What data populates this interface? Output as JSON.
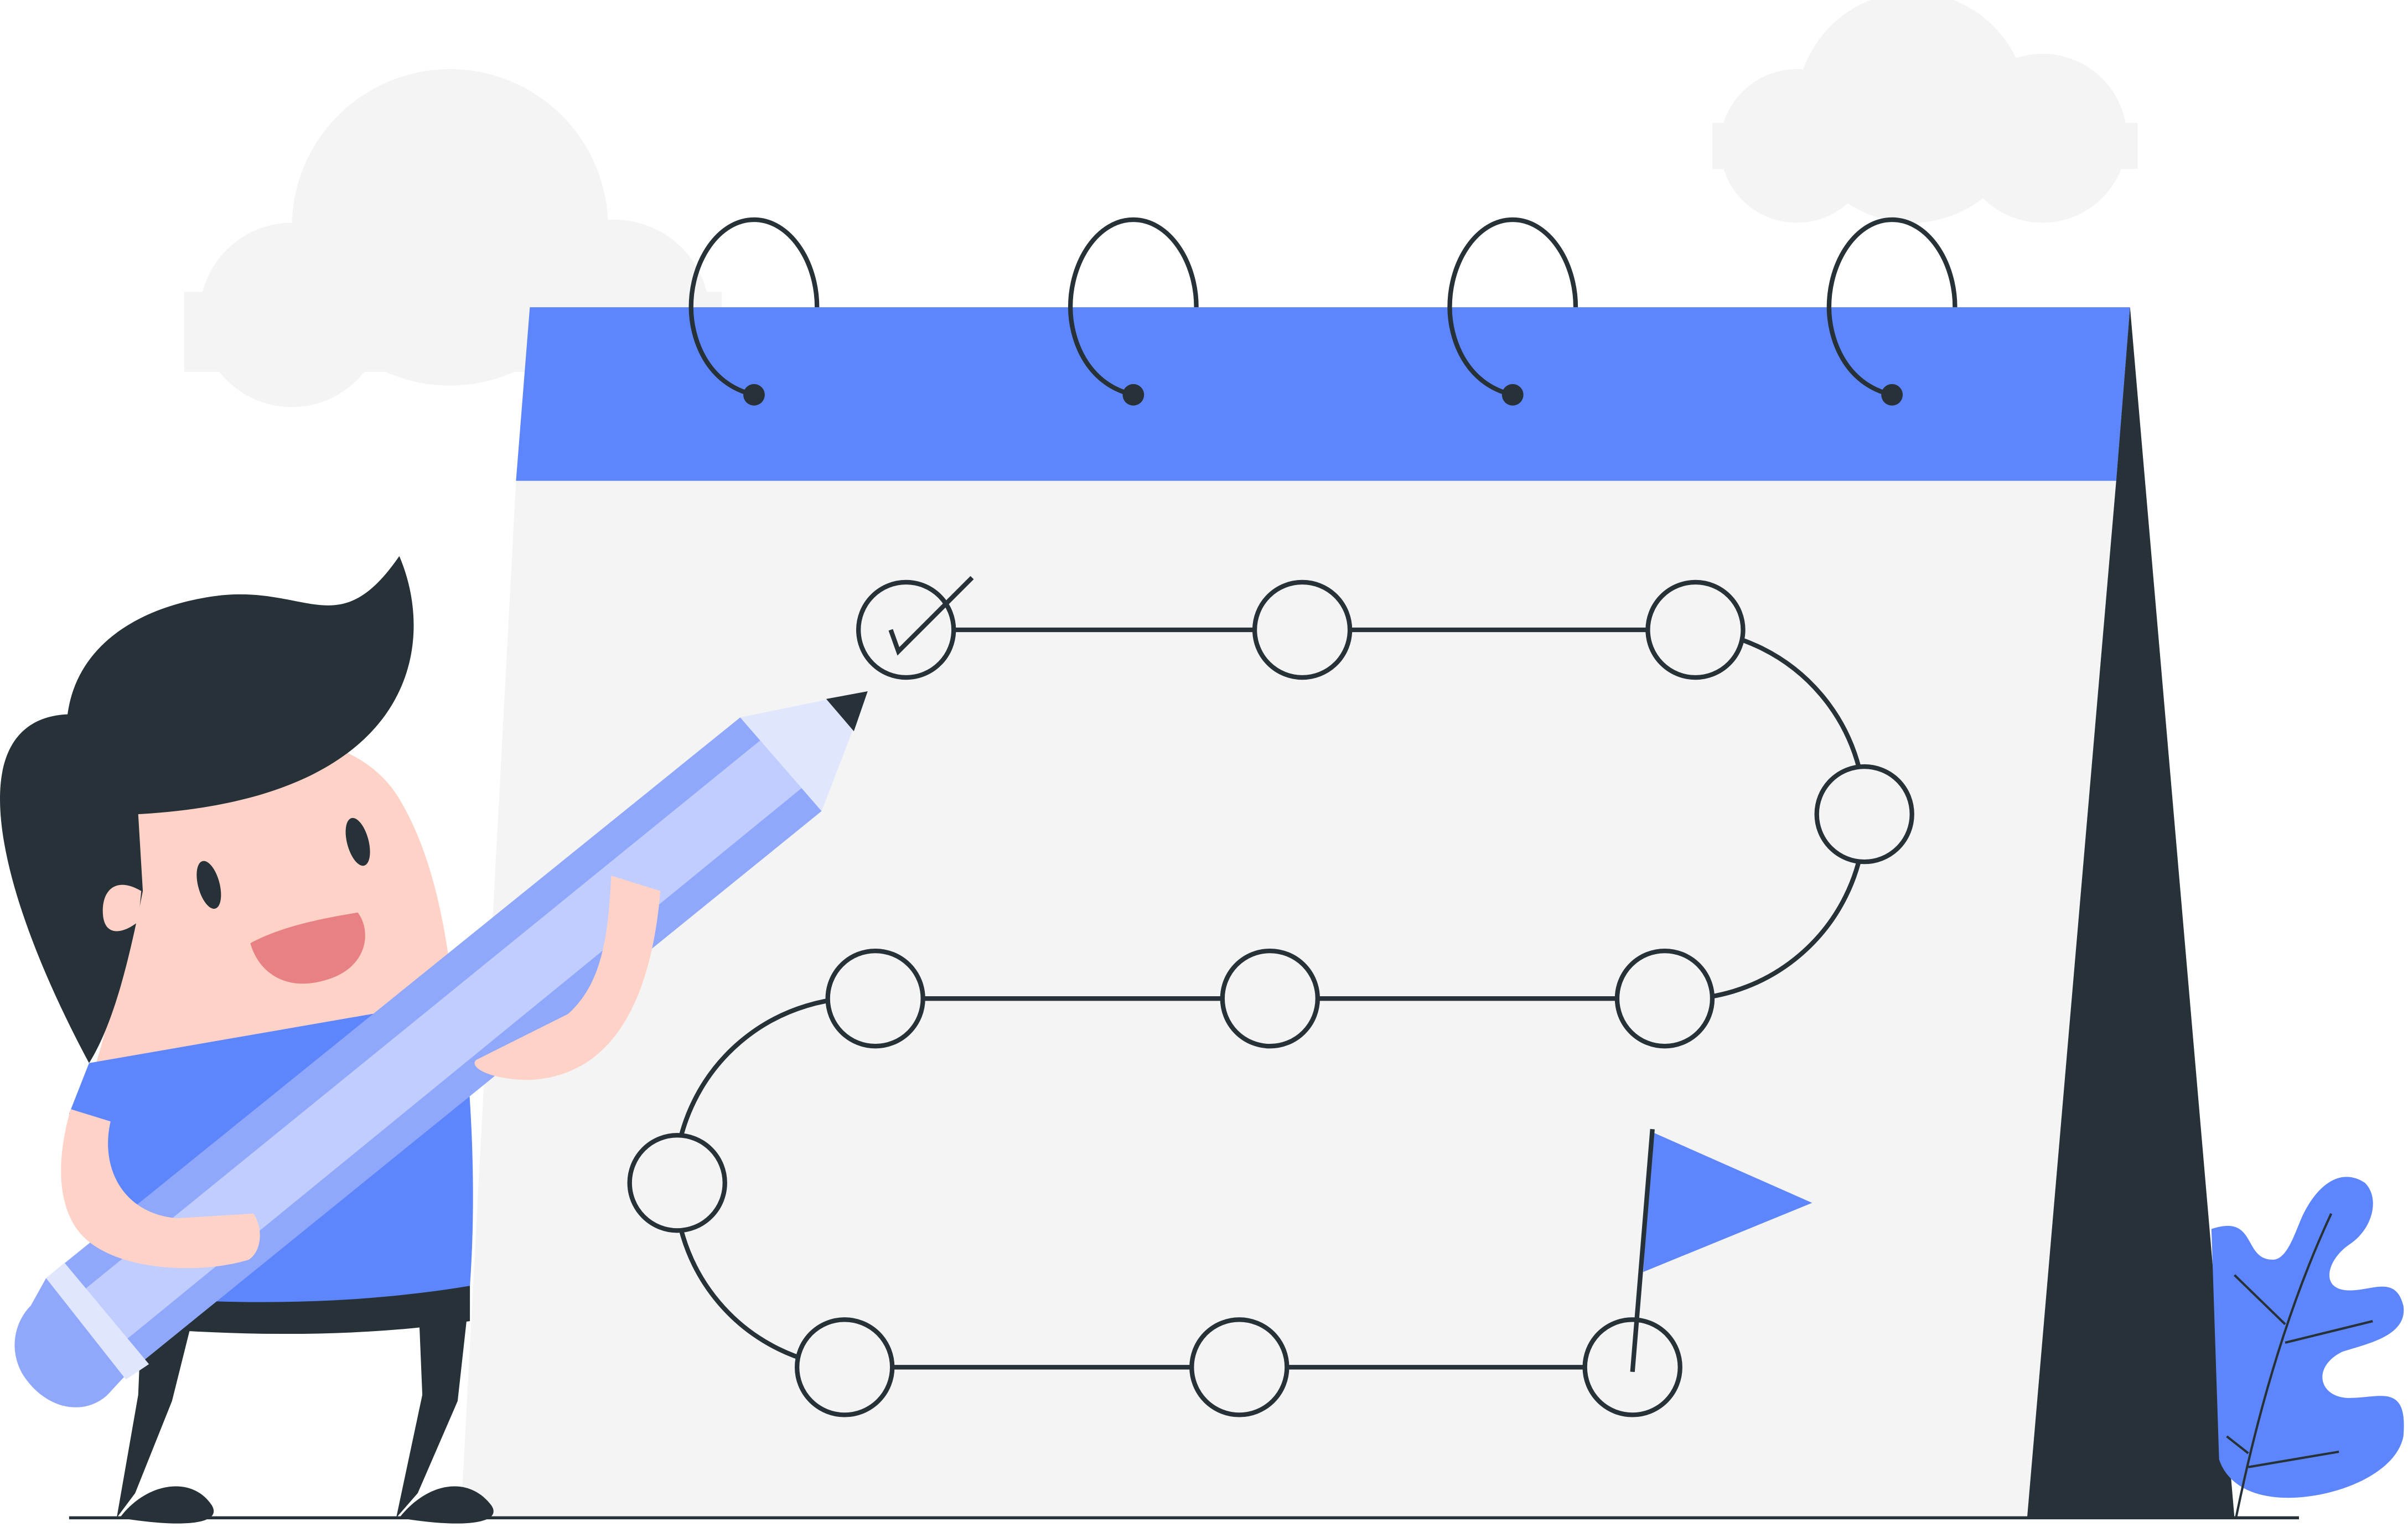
{
  "illustration": {
    "subject": "calendar-roadmap-with-character",
    "colors": {
      "accent_blue": "#5e86fc",
      "light_blue": "#c0cdfe",
      "mid_blue": "#8fa8fb",
      "dark": "#263238",
      "page": "#f4f4f4",
      "cloud": "#f4f4f4",
      "skin": "#ffd2c8",
      "mouth": "#e88183"
    },
    "milestones_total": 11,
    "milestones_completed": 1
  }
}
